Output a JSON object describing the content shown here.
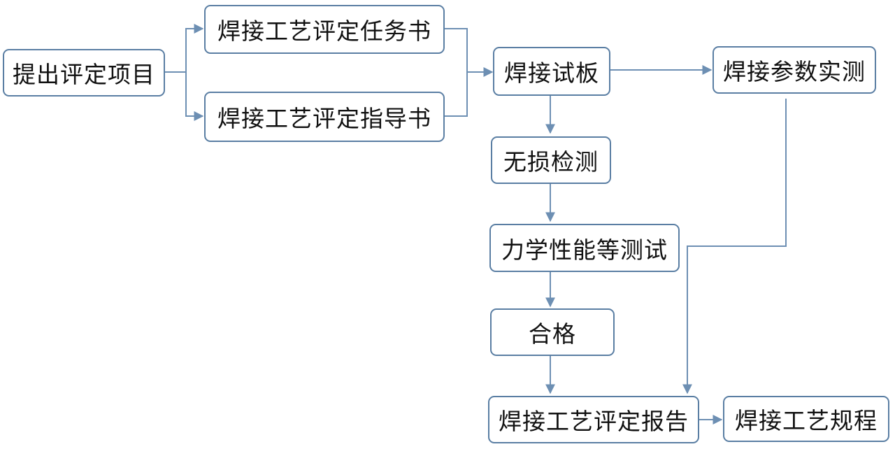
{
  "diagram": {
    "type": "flowchart",
    "colors": {
      "line": "#6d8fb3",
      "border": "#5a7ea3",
      "text": "#111111"
    },
    "nodes": {
      "propose": "提出评定项目",
      "task_book": "焊接工艺评定任务书",
      "guide_book": "焊接工艺评定指导书",
      "test_plate": "焊接试板",
      "param_measure": "焊接参数实测",
      "ndt": "无损检测",
      "mech_test": "力学性能等测试",
      "qualified": "合格",
      "report": "焊接工艺评定报告",
      "procedure": "焊接工艺规程"
    },
    "edges": [
      [
        "propose",
        "task_book"
      ],
      [
        "propose",
        "guide_book"
      ],
      [
        "task_book",
        "test_plate"
      ],
      [
        "guide_book",
        "test_plate"
      ],
      [
        "test_plate",
        "param_measure"
      ],
      [
        "test_plate",
        "ndt"
      ],
      [
        "ndt",
        "mech_test"
      ],
      [
        "mech_test",
        "qualified"
      ],
      [
        "qualified",
        "report"
      ],
      [
        "param_measure",
        "report"
      ],
      [
        "report",
        "procedure"
      ]
    ]
  }
}
